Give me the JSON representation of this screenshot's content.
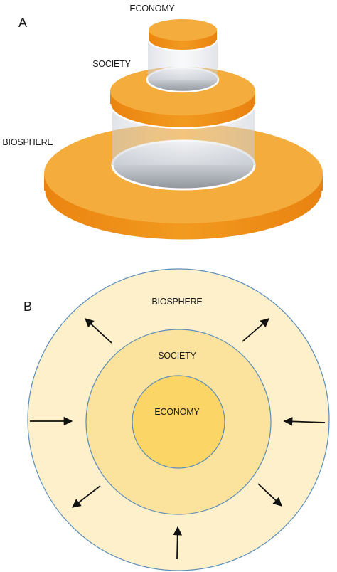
{
  "panels": {
    "a": {
      "letter": "A",
      "labels": {
        "economy": "ECONOMY",
        "society": "SOCIETY",
        "biosphere": "BIOSPHERE"
      }
    },
    "b": {
      "letter": "B",
      "labels": {
        "biosphere": "BIOSPHERE",
        "society": "SOCIETY",
        "economy": "ECONOMY"
      }
    }
  },
  "colors": {
    "disc_top": "#f4ac3c",
    "disc_side": "#ee8e14",
    "cylinder_glass": "#d9dde3",
    "hole_dark": "#9ea3aa",
    "ring_outer": "#fdf0cb",
    "ring_middle": "#fbe29d",
    "ring_inner": "#fbd565",
    "ring_stroke": "#5b8db8",
    "arrow": "#111111"
  }
}
